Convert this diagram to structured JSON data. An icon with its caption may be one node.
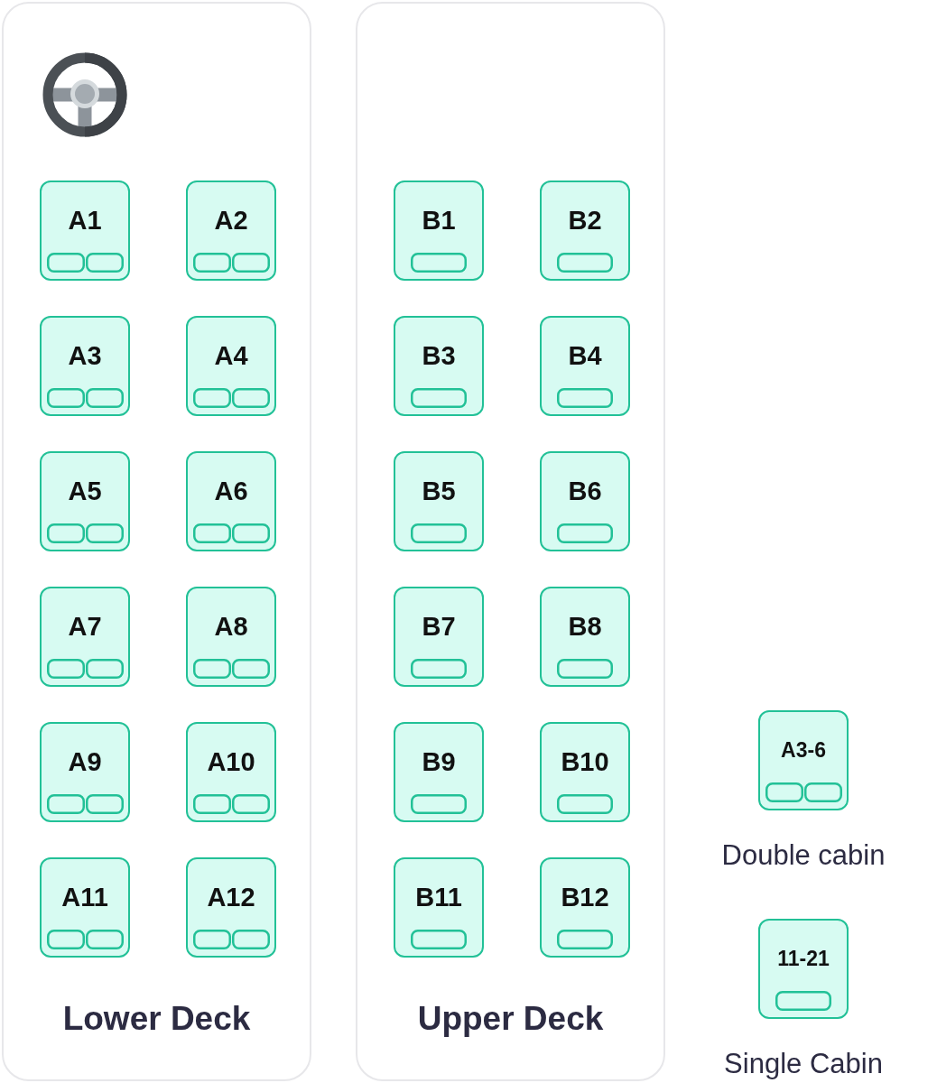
{
  "diagram": {
    "nodes": [
      {
        "text": [
          "Lower Deck"
        ]
      },
      {
        "text": [
          "A1"
        ],
        "in": 0
      },
      {
        "text": [
          "A2"
        ],
        "in": 0
      },
      {
        "text": [
          "A3"
        ],
        "in": 0
      },
      {
        "text": [
          "A4"
        ],
        "in": 0
      },
      {
        "text": [
          "A5"
        ],
        "in": 0
      },
      {
        "text": [
          "A6"
        ],
        "in": 0
      },
      {
        "text": [
          "A7"
        ],
        "in": 0
      },
      {
        "text": [
          "A8"
        ],
        "in": 0
      },
      {
        "text": [
          "A9"
        ],
        "in": 0
      },
      {
        "text": [
          "A10"
        ],
        "in": 0
      },
      {
        "text": [
          "A11"
        ],
        "in": 0
      },
      {
        "text": [
          "A12"
        ],
        "in": 0
      },
      {
        "text": [
          "Upper Deck"
        ]
      },
      {
        "text": [
          "B1"
        ],
        "in": 13
      },
      {
        "text": [
          "B2"
        ],
        "in": 13
      },
      {
        "text": [
          "B3"
        ],
        "in": 13
      },
      {
        "text": [
          "B4"
        ],
        "in": 13
      },
      {
        "text": [
          "B5"
        ],
        "in": 13
      },
      {
        "text": [
          "B6"
        ],
        "in": 13
      },
      {
        "text": [
          "B7"
        ],
        "in": 13
      },
      {
        "text": [
          "B8"
        ],
        "in": 13
      },
      {
        "text": [
          "B9"
        ],
        "in": 13
      },
      {
        "text": [
          "B10"
        ],
        "in": 13
      },
      {
        "text": [
          "B11"
        ],
        "in": 13
      },
      {
        "text": [
          "B12"
        ],
        "in": 13
      },
      {
        "text": [
          "A3-6"
        ],
        "beside": [
          "Double cabin"
        ]
      },
      {
        "text": [
          "11-21"
        ],
        "beside": [
          "Single Cabin"
        ]
      }
    ]
  }
}
